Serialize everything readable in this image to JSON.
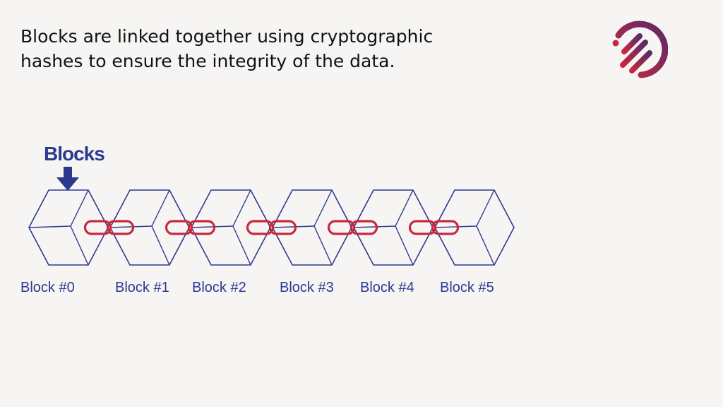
{
  "headline": {
    "line1": "Blocks are linked together using cryptographic",
    "line2": "hashes to ensure the integrity of the data."
  },
  "diagram": {
    "pointer_label": "Blocks",
    "blocks": [
      {
        "label": "Block #0"
      },
      {
        "label": "Block #1"
      },
      {
        "label": "Block #2"
      },
      {
        "label": "Block #3"
      },
      {
        "label": "Block #4"
      },
      {
        "label": "Block #5"
      }
    ],
    "link_count": 5
  },
  "colors": {
    "background": "#f7f5f4",
    "block_stroke": "#2b3a8f",
    "link_stroke": "#c8283e",
    "logo_gradient_start": "#c8283e",
    "logo_gradient_end": "#5a2a6a"
  }
}
